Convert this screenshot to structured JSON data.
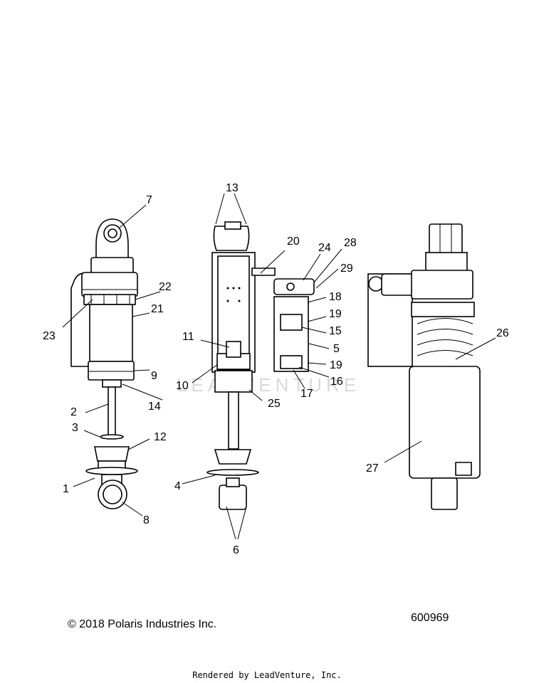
{
  "watermark": "LEADVENTURE",
  "copyright": "© 2018 Polaris Industries Inc.",
  "diagram_id": "600969",
  "rendered_by": "Rendered by LeadVenture, Inc.",
  "callouts": {
    "c1": "1",
    "c2": "2",
    "c3": "3",
    "c4": "4",
    "c5": "5",
    "c6": "6",
    "c7": "7",
    "c8": "8",
    "c9": "9",
    "c10": "10",
    "c11": "11",
    "c12": "12",
    "c13": "13",
    "c14": "14",
    "c15": "15",
    "c16": "16",
    "c17": "17",
    "c18": "18",
    "c19a": "19",
    "c19b": "19",
    "c20": "20",
    "c21": "21",
    "c22": "22",
    "c23": "23",
    "c24": "24",
    "c25": "25",
    "c26": "26",
    "c27": "27",
    "c28": "28",
    "c29": "29"
  }
}
